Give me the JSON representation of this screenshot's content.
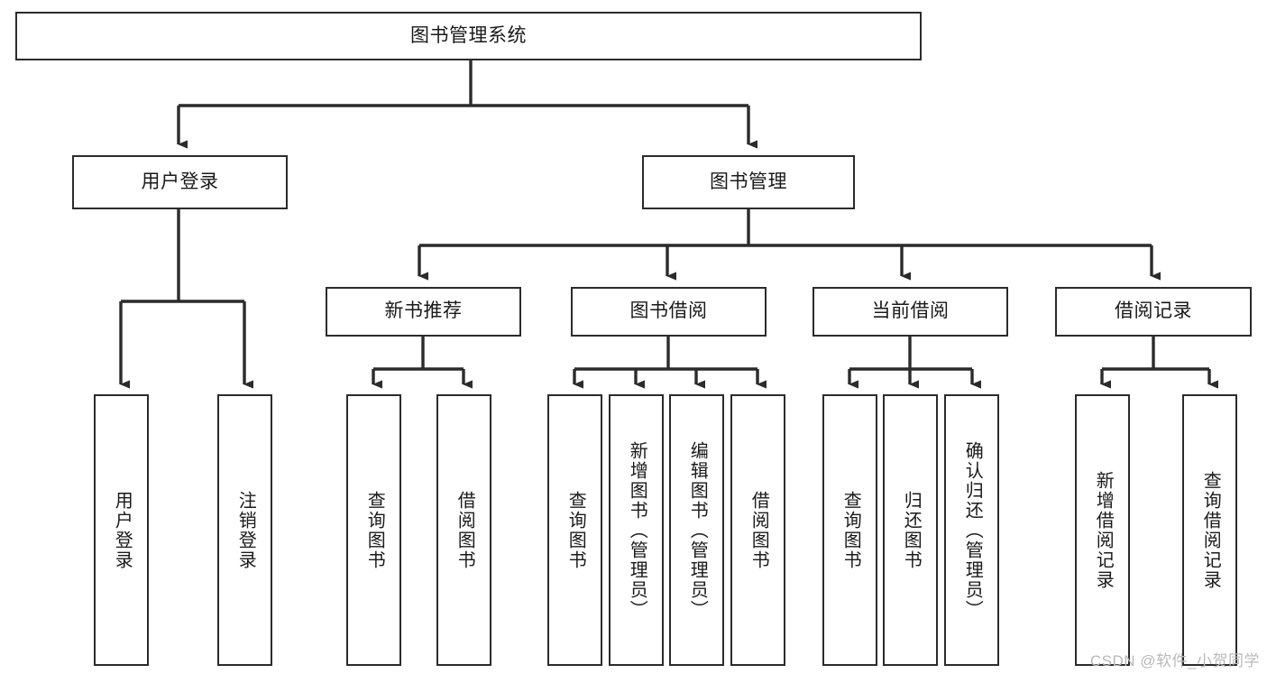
{
  "diagram": {
    "title": "图书管理系统",
    "type": "tree-hierarchy-chart",
    "root": {
      "label": "图书管理系统"
    },
    "level2": [
      {
        "label": "用户登录"
      },
      {
        "label": "图书管理"
      }
    ],
    "level3": [
      {
        "label": "新书推荐"
      },
      {
        "label": "图书借阅"
      },
      {
        "label": "当前借阅"
      },
      {
        "label": "借阅记录"
      }
    ],
    "leaves": {
      "user_login": [
        {
          "label": "用户登录"
        },
        {
          "label": "注销登录"
        }
      ],
      "new_book_recommend": [
        {
          "label": "查询图书"
        },
        {
          "label": "借阅图书"
        }
      ],
      "book_borrow": [
        {
          "label": "查询图书"
        },
        {
          "label": "新增图书（管理员）"
        },
        {
          "label": "编辑图书（管理员）"
        },
        {
          "label": "借阅图书"
        }
      ],
      "current_borrow": [
        {
          "label": "查询图书"
        },
        {
          "label": "归还图书"
        },
        {
          "label": "确认归还（管理员）"
        }
      ],
      "borrow_record": [
        {
          "label": "新增借阅记录"
        },
        {
          "label": "查询借阅记录"
        }
      ]
    },
    "watermark": "CSDN @软件_小贺同学",
    "colors": {
      "box_border": "#2b2b2b",
      "box_fill": "#ffffff",
      "edge": "#2b2b2b",
      "text": "#1a1a1a",
      "watermark": "#b9b9b9",
      "background": "#ffffff"
    }
  }
}
